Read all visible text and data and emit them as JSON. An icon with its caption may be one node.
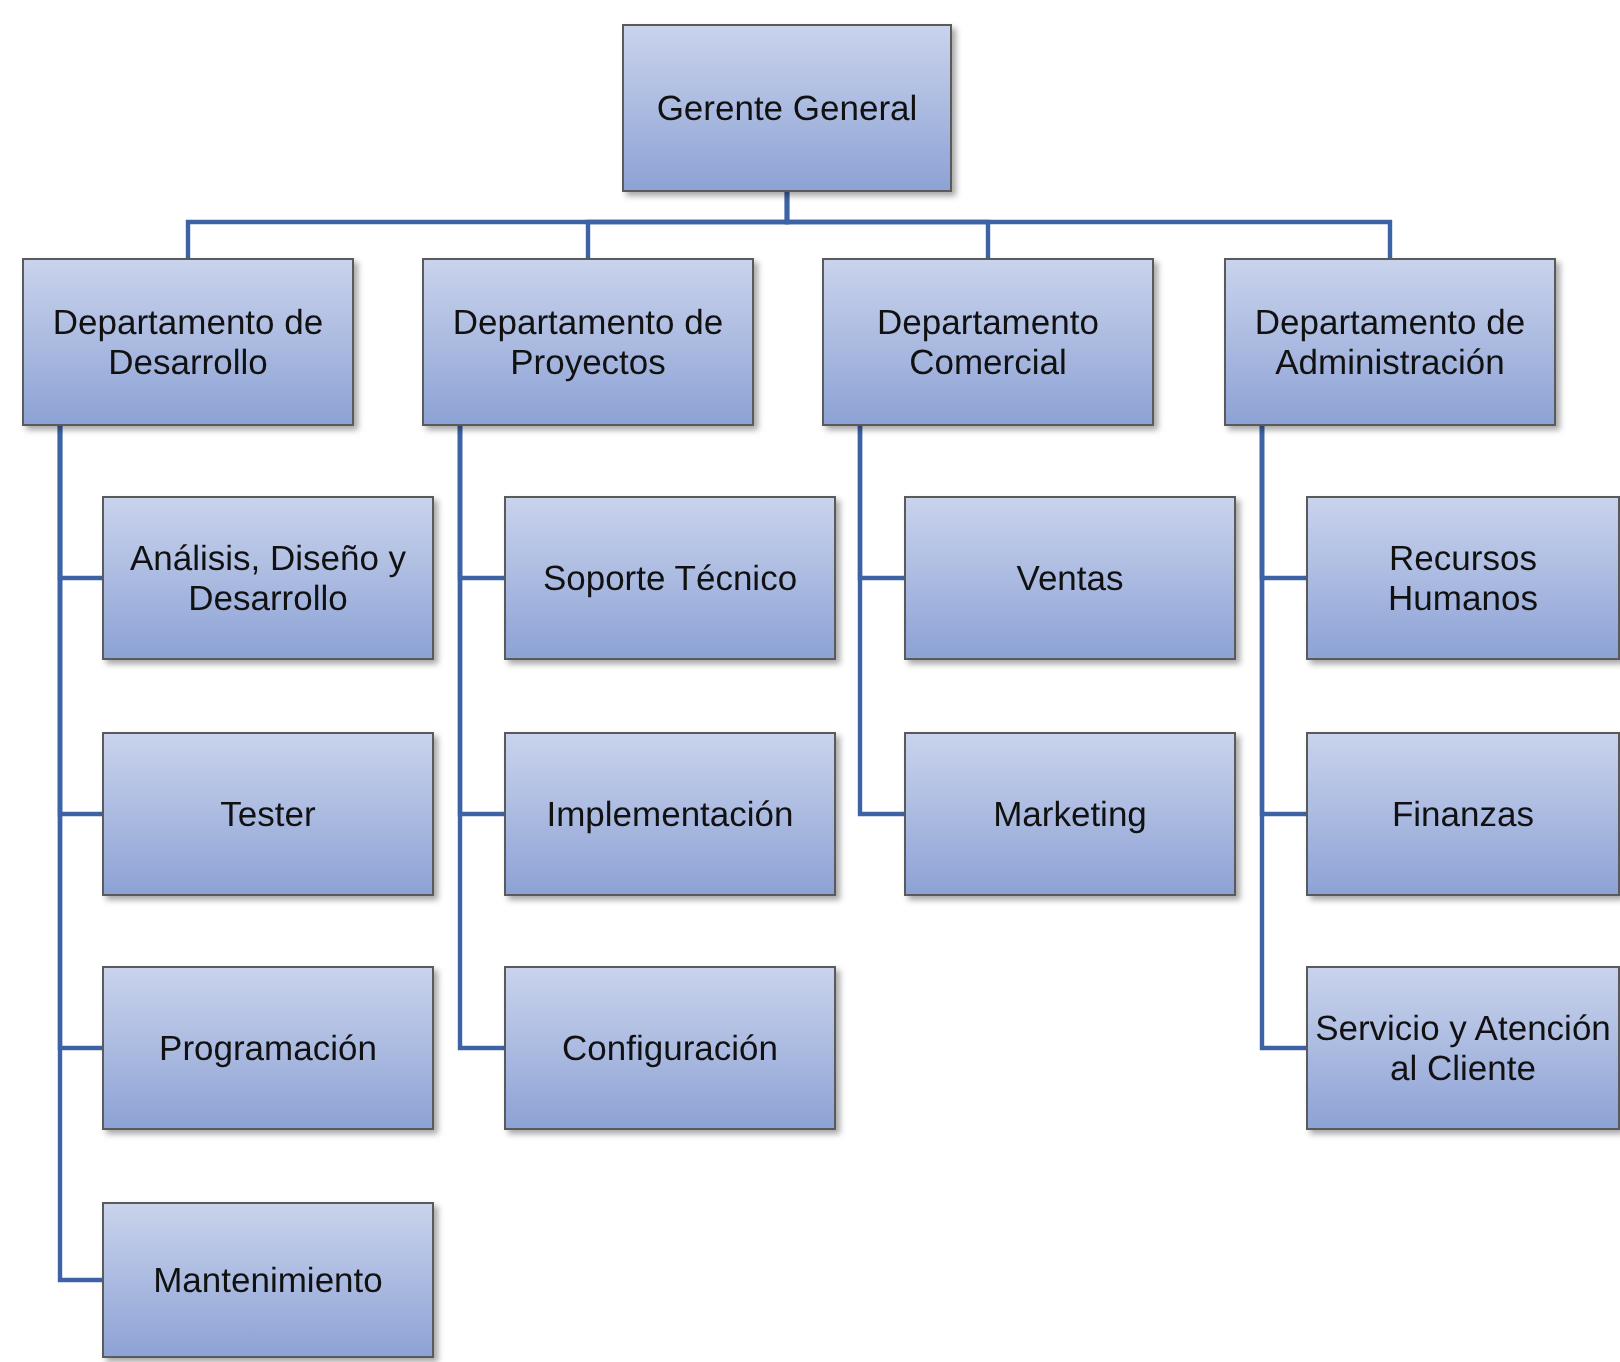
{
  "diagram": {
    "nodes": [
      {
        "text": [
          "Gerente General"
        ]
      },
      {
        "text": [
          "Departamento de Desarrollo"
        ]
      },
      {
        "text": [
          "Departamento de Proyectos"
        ]
      },
      {
        "text": [
          "Departamento Comercial"
        ]
      },
      {
        "text": [
          "Departamento de Administración"
        ]
      },
      {
        "text": [
          "Análisis, Diseño y Desarrollo"
        ]
      },
      {
        "text": [
          "Tester"
        ]
      },
      {
        "text": [
          "Programación"
        ]
      },
      {
        "text": [
          "Mantenimiento"
        ]
      },
      {
        "text": [
          "Soporte Técnico"
        ]
      },
      {
        "text": [
          "Implementación"
        ]
      },
      {
        "text": [
          "Configuración"
        ]
      },
      {
        "text": [
          "Ventas"
        ]
      },
      {
        "text": [
          "Marketing"
        ]
      },
      {
        "text": [
          "Recursos Humanos"
        ]
      },
      {
        "text": [
          "Finanzas"
        ]
      },
      {
        "text": [
          "Servicio y Atención al Cliente"
        ]
      }
    ],
    "edges": [
      {
        "from": 0,
        "to": 1,
        "arrow": "none"
      },
      {
        "from": 0,
        "to": 2,
        "arrow": "none"
      },
      {
        "from": 0,
        "to": 3,
        "arrow": "none"
      },
      {
        "from": 0,
        "to": 4,
        "arrow": "none"
      },
      {
        "from": 1,
        "to": 5,
        "arrow": "none"
      },
      {
        "from": 1,
        "to": 6,
        "arrow": "none"
      },
      {
        "from": 1,
        "to": 7,
        "arrow": "none"
      },
      {
        "from": 1,
        "to": 8,
        "arrow": "none"
      },
      {
        "from": 2,
        "to": 9,
        "arrow": "none"
      },
      {
        "from": 2,
        "to": 10,
        "arrow": "none"
      },
      {
        "from": 2,
        "to": 11,
        "arrow": "none"
      },
      {
        "from": 3,
        "to": 12,
        "arrow": "none"
      },
      {
        "from": 3,
        "to": 13,
        "arrow": "none"
      },
      {
        "from": 4,
        "to": 14,
        "arrow": "none"
      },
      {
        "from": 4,
        "to": 15,
        "arrow": "none"
      },
      {
        "from": 4,
        "to": 16,
        "arrow": "none"
      }
    ]
  }
}
